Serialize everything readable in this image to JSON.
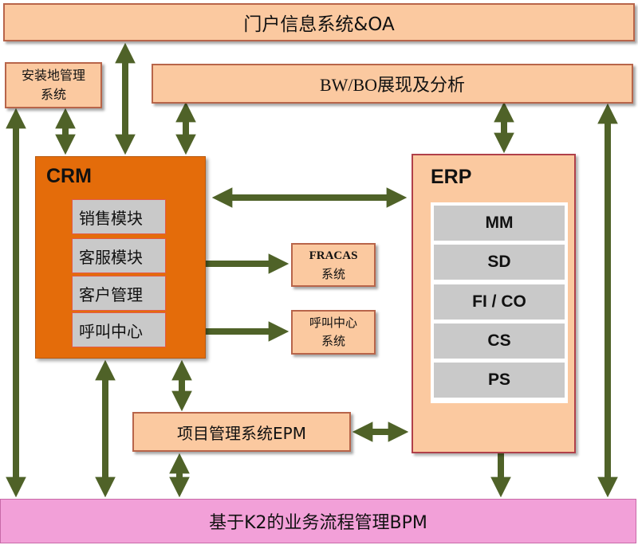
{
  "diagram": {
    "portal": {
      "label": "门户信息系统&OA"
    },
    "bwbo": {
      "label": "BW/BO展现及分析"
    },
    "install": {
      "line1": "安装地管理",
      "line2": "系统"
    },
    "crm": {
      "title": "CRM",
      "items": [
        "销售模块",
        "客服模块",
        "客户管理",
        "呼叫中心"
      ]
    },
    "erp": {
      "title": "ERP",
      "items": [
        "MM",
        "SD",
        "FI / CO",
        "CS",
        "PS"
      ]
    },
    "fracas": {
      "line1": "FRACAS",
      "line2": "系统"
    },
    "callcenter": {
      "line1": "呼叫中心",
      "line2": "系统"
    },
    "epm": {
      "label": "项目管理系统EPM"
    },
    "bpm": {
      "label": "基于K2的业务流程管理BPM"
    }
  },
  "colors": {
    "peach": "#fbc9a0",
    "crm_orange": "#e46c0a",
    "bpm_pink": "#f2a0d8",
    "arrow_green": "#4f6228",
    "module_gray": "#c9c9c9"
  }
}
